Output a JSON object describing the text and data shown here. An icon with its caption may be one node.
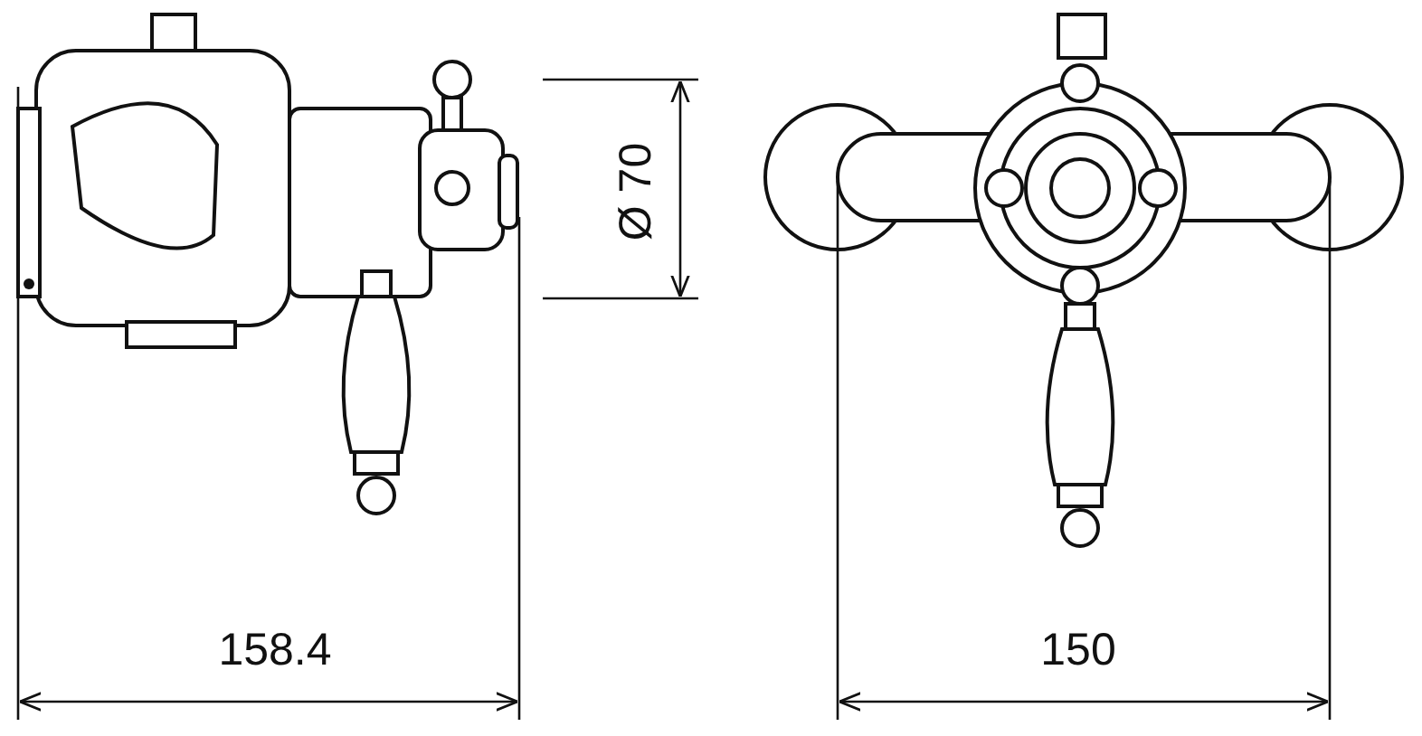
{
  "diagram": {
    "labels": [
      "Ø 70",
      "158.4",
      "150"
    ]
  }
}
